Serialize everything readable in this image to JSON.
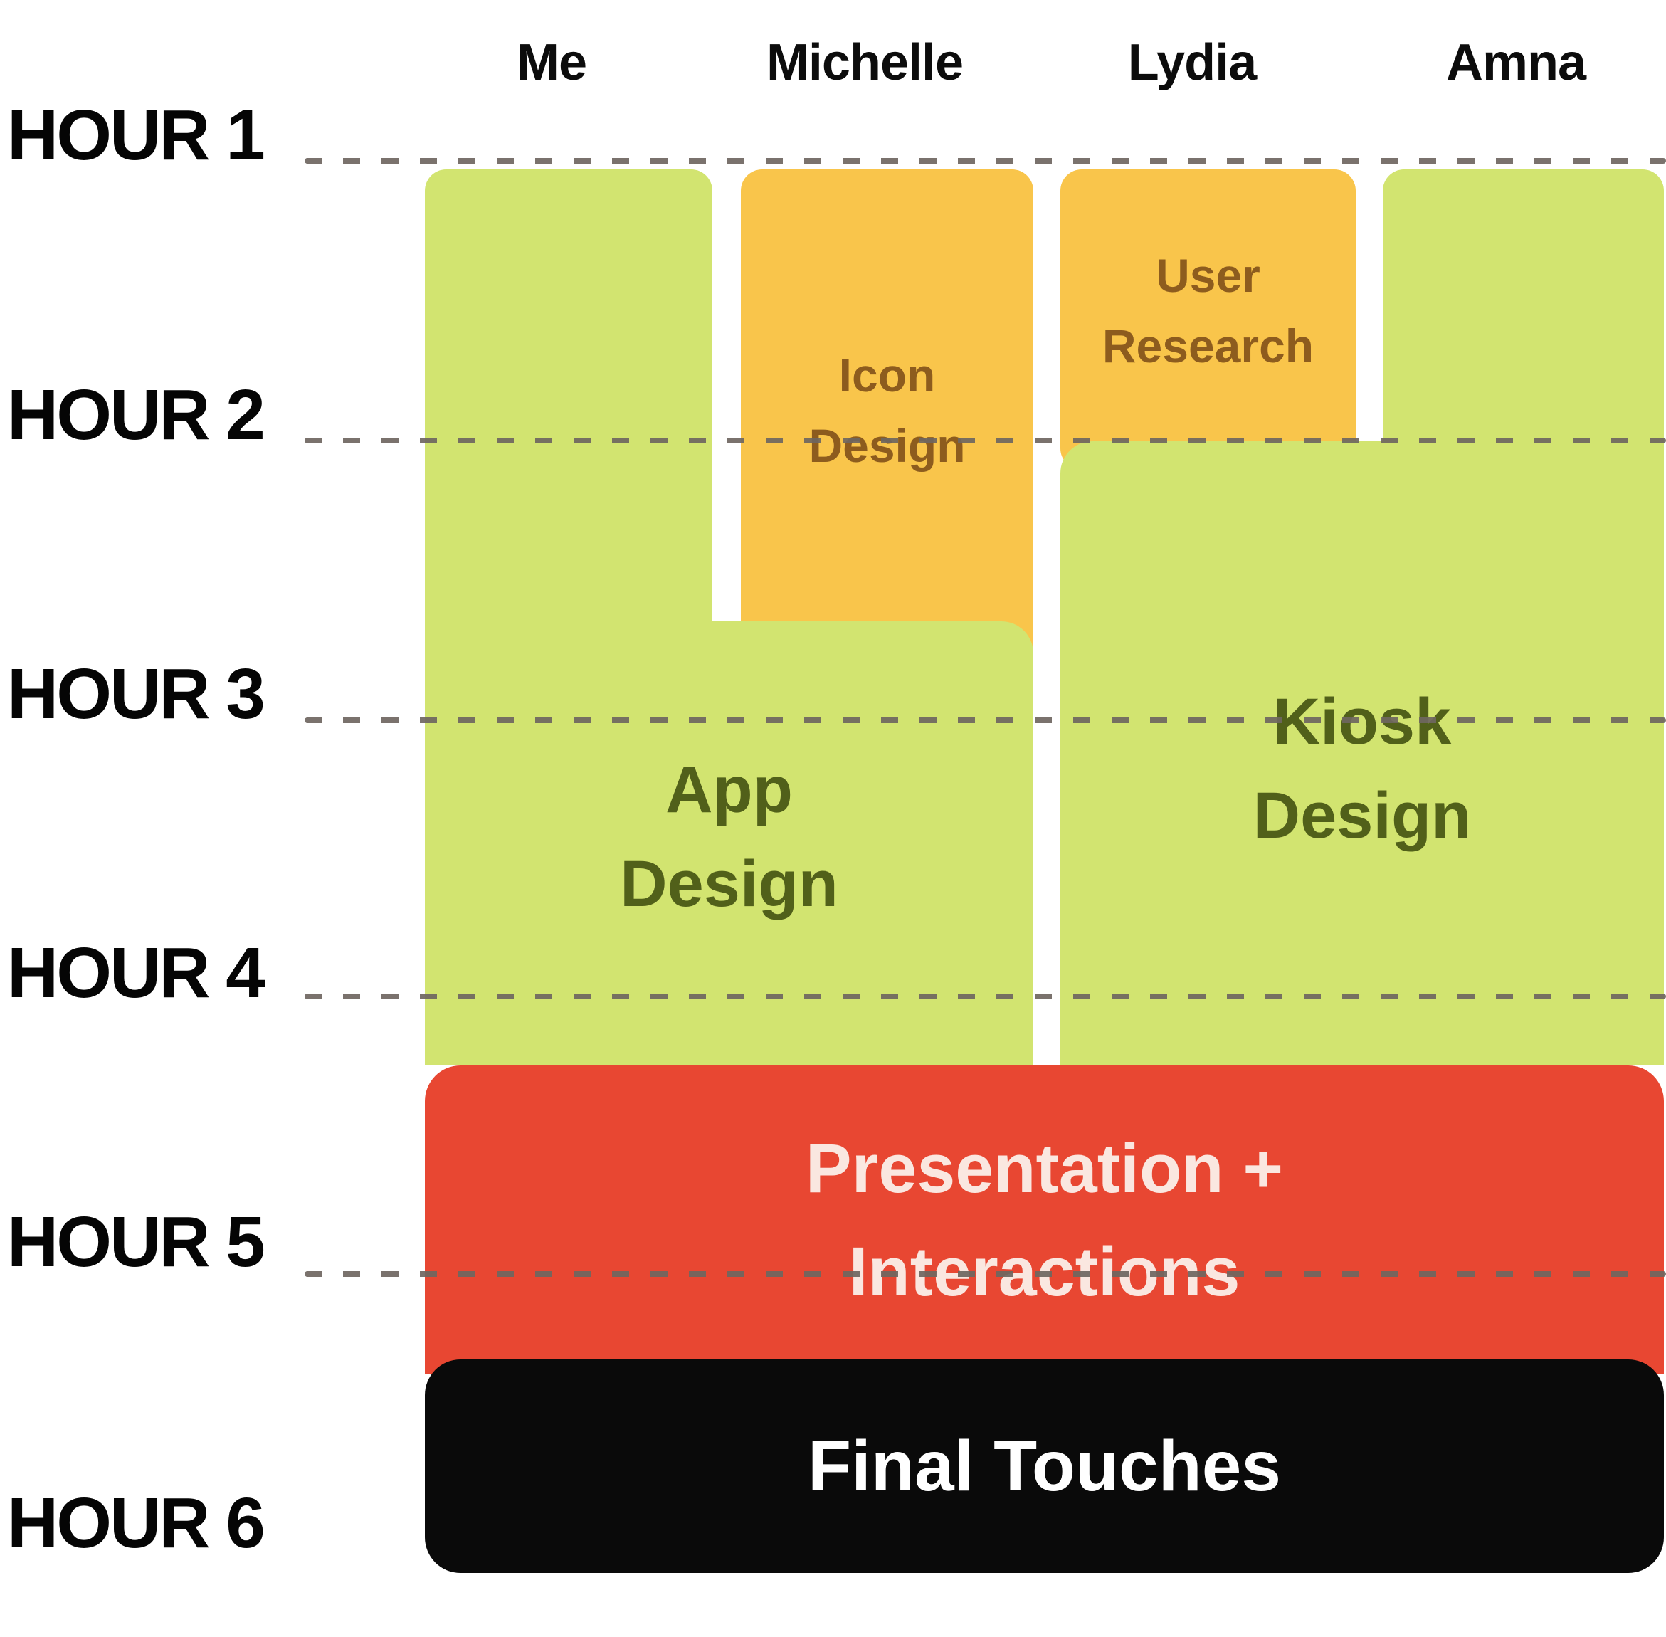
{
  "header": {
    "columns": [
      "Me",
      "Michelle",
      "Lydia",
      "Amna"
    ]
  },
  "axis": {
    "hours": [
      "HOUR 1",
      "HOUR 2",
      "HOUR 3",
      "HOUR 4",
      "HOUR 5",
      "HOUR 6"
    ]
  },
  "tasks": {
    "icon_design": {
      "label": "Icon Design",
      "lines": [
        "Icon",
        "Design"
      ],
      "assignees": [
        "Michelle"
      ]
    },
    "user_research": {
      "label": "User Research",
      "lines": [
        "User",
        "Research"
      ],
      "assignees": [
        "Lydia"
      ]
    },
    "app_design": {
      "label": "App Design",
      "lines": [
        "App",
        "Design"
      ],
      "assignees": [
        "Me",
        "Michelle"
      ]
    },
    "kiosk_design": {
      "label": "Kiosk Design",
      "lines": [
        "Kiosk",
        "Design"
      ],
      "assignees": [
        "Lydia",
        "Amna"
      ]
    },
    "presentation": {
      "label": "Presentation + Interactions",
      "lines": [
        "Presentation +",
        "Interactions"
      ],
      "assignees": [
        "Me",
        "Michelle",
        "Lydia",
        "Amna"
      ]
    },
    "final_touches": {
      "label": "Final Touches",
      "lines": [
        "Final Touches"
      ],
      "assignees": [
        "Me",
        "Michelle",
        "Lydia",
        "Amna"
      ]
    }
  },
  "colors": {
    "green_block": "#d2e470",
    "orange_block": "#f9c54b",
    "red_block": "#e84732",
    "black_block": "#0a0a0a",
    "green_text": "#51601a",
    "orange_text": "#8d5c1e",
    "red_block_text": "#fae7e0",
    "black_block_text": "#ffffff",
    "gridline": "#6e6660",
    "axis_text": "#050505"
  },
  "chart_data": {
    "type": "bar",
    "subtype": "gantt-schedule",
    "title": "",
    "x_categories": [
      "Me",
      "Michelle",
      "Lydia",
      "Amna"
    ],
    "y_axis": {
      "tick_labels": [
        "HOUR 1",
        "HOUR 2",
        "HOUR 3",
        "HOUR 4",
        "HOUR 5",
        "HOUR 6"
      ],
      "range": [
        1,
        6.25
      ],
      "gridlines": "dashed horizontal at each hour (hours 1-5)"
    },
    "series": [
      {
        "name": "Icon Design",
        "people": [
          "Michelle"
        ],
        "start_hour": 1.0,
        "end_hour": 2.6,
        "color": "#f9c54b"
      },
      {
        "name": "User Research",
        "people": [
          "Lydia"
        ],
        "start_hour": 1.0,
        "end_hour": 2.0,
        "color": "#f9c54b"
      },
      {
        "name": "App Design",
        "people": [
          "Me",
          "Michelle"
        ],
        "start_hour": 1.0,
        "end_hour": 4.2,
        "color": "#d2e470",
        "note": "Michelle joins at hour 2.6 after Icon Design"
      },
      {
        "name": "Kiosk Design",
        "people": [
          "Lydia",
          "Amna"
        ],
        "start_hour": 1.0,
        "end_hour": 4.2,
        "color": "#d2e470",
        "note": "Lydia joins at hour 2.0 after User Research"
      },
      {
        "name": "Presentation + Interactions",
        "people": [
          "Me",
          "Michelle",
          "Lydia",
          "Amna"
        ],
        "start_hour": 4.2,
        "end_hour": 5.3,
        "color": "#e84732"
      },
      {
        "name": "Final Touches",
        "people": [
          "Me",
          "Michelle",
          "Lydia",
          "Amna"
        ],
        "start_hour": 5.3,
        "end_hour": 6.1,
        "color": "#0a0a0a"
      }
    ],
    "legend": false
  }
}
